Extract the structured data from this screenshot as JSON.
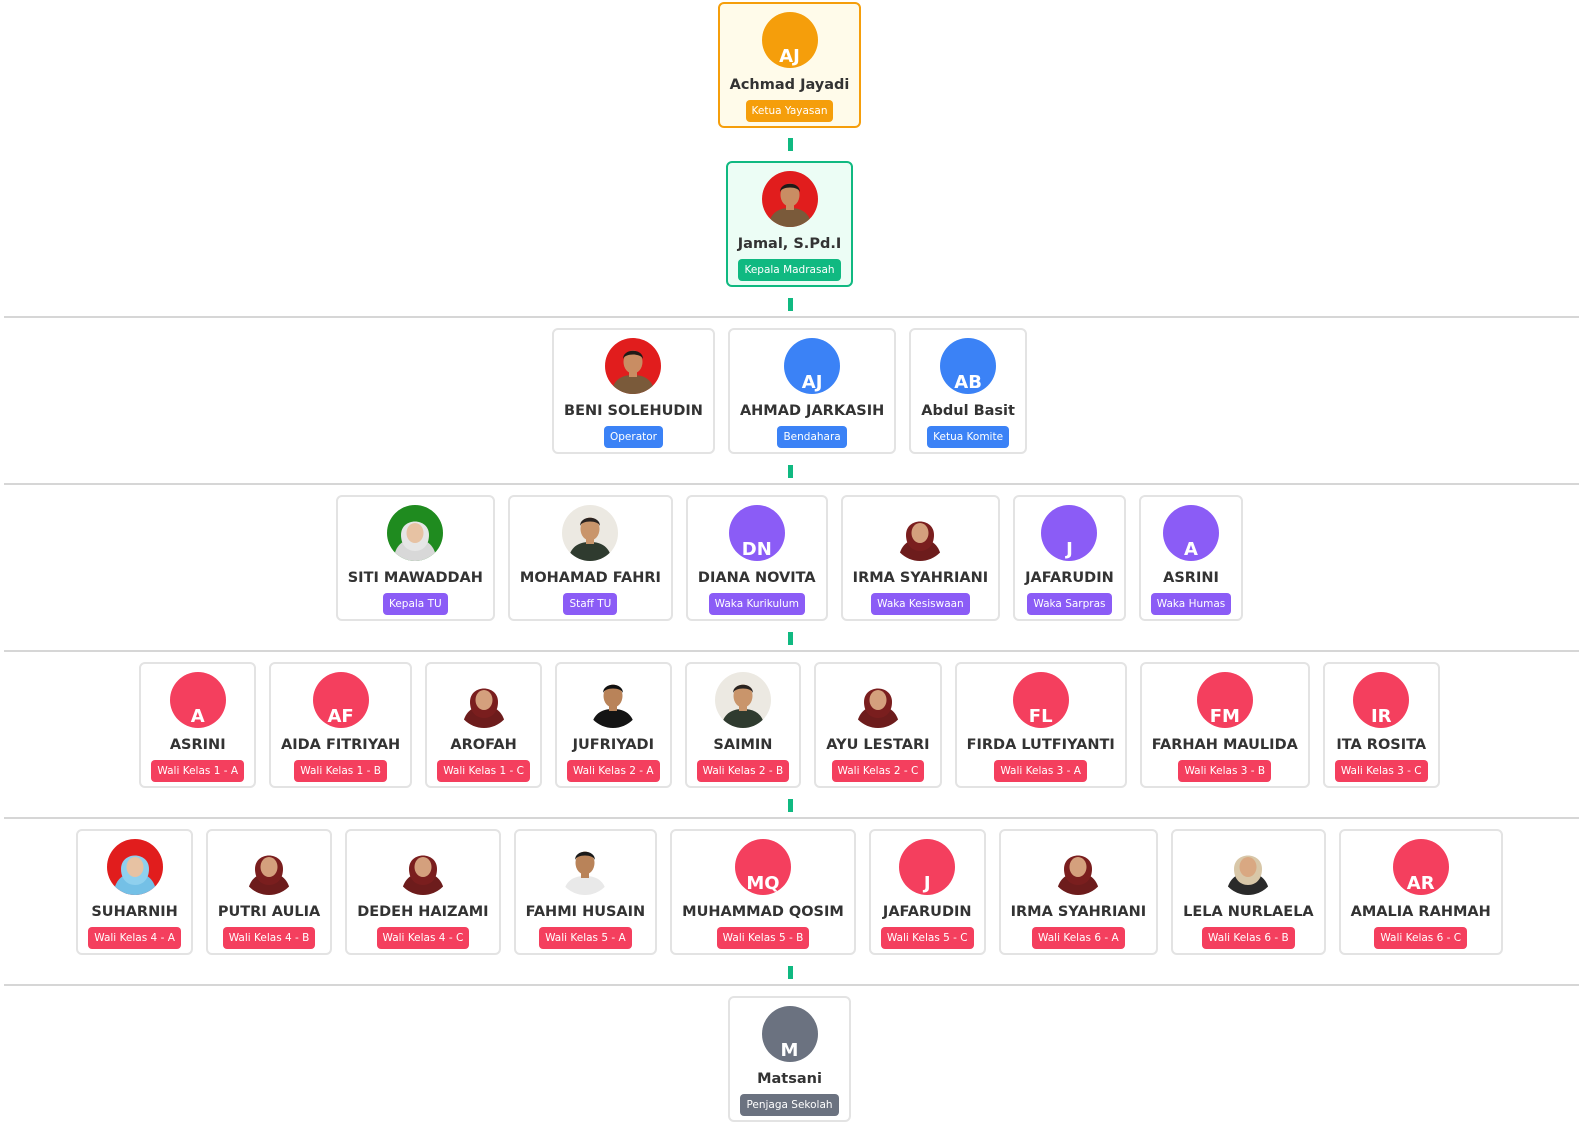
{
  "colors": {
    "orange": "#f59e0b",
    "green": "#10b981",
    "blue": "#3b82f6",
    "purple": "#8b5cf6",
    "red": "#f43f5e",
    "gray": "#6b7280"
  },
  "levels": [
    {
      "members": [
        {
          "name": "Achmad Jayadi",
          "role": "Ketua Yayasan",
          "initials": "AJ",
          "avatar": "initials",
          "color": "#f59e0b"
        }
      ]
    },
    {
      "members": [
        {
          "name": "Jamal, S.Pd.I",
          "role": "Kepala Madrasah",
          "avatar": "photo-man-red"
        }
      ]
    },
    {
      "members": [
        {
          "name": "BENI SOLEHUDIN",
          "role": "Operator",
          "avatar": "photo-man-red"
        },
        {
          "name": "AHMAD JARKASIH",
          "role": "Bendahara",
          "initials": "AJ",
          "avatar": "initials",
          "color": "#3b82f6"
        },
        {
          "name": "Abdul Basit",
          "role": "Ketua Komite",
          "initials": "AB",
          "avatar": "initials",
          "color": "#3b82f6"
        }
      ]
    },
    {
      "members": [
        {
          "name": "SITI MAWADDAH",
          "role": "Kepala TU",
          "avatar": "photo-woman-green"
        },
        {
          "name": "MOHAMAD FAHRI",
          "role": "Staff TU",
          "avatar": "photo-man-light"
        },
        {
          "name": "DIANA NOVITA",
          "role": "Waka Kurikulum",
          "initials": "DN",
          "avatar": "initials",
          "color": "#8b5cf6"
        },
        {
          "name": "IRMA SYAHRIANI",
          "role": "Waka Kesiswaan",
          "avatar": "photo-hijab-maroon"
        },
        {
          "name": "JAFARUDIN",
          "role": "Waka Sarpras",
          "initials": "J",
          "avatar": "initials",
          "color": "#8b5cf6"
        },
        {
          "name": "ASRINI",
          "role": "Waka Humas",
          "initials": "A",
          "avatar": "initials",
          "color": "#8b5cf6"
        }
      ]
    },
    {
      "members": [
        {
          "name": "ASRINI",
          "role": "Wali Kelas 1 - A",
          "initials": "A",
          "avatar": "initials",
          "color": "#f43f5e"
        },
        {
          "name": "AIDA FITRIYAH",
          "role": "Wali Kelas 1 - B",
          "initials": "AF",
          "avatar": "initials",
          "color": "#f43f5e"
        },
        {
          "name": "AROFAH",
          "role": "Wali Kelas 1 - C",
          "avatar": "photo-hijab-maroon"
        },
        {
          "name": "JUFRIYADI",
          "role": "Wali Kelas 2 - A",
          "avatar": "photo-man-black"
        },
        {
          "name": "SAIMIN",
          "role": "Wali Kelas 2 - B",
          "avatar": "photo-man-light"
        },
        {
          "name": "AYU LESTARI",
          "role": "Wali Kelas 2 - C",
          "avatar": "photo-hijab-maroon"
        },
        {
          "name": "FIRDA LUTFIYANTI",
          "role": "Wali Kelas 3 - A",
          "initials": "FL",
          "avatar": "initials",
          "color": "#f43f5e"
        },
        {
          "name": "FARHAH MAULIDA",
          "role": "Wali Kelas 3 - B",
          "initials": "FM",
          "avatar": "initials",
          "color": "#f43f5e"
        },
        {
          "name": "ITA ROSITA",
          "role": "Wali Kelas 3 - C",
          "initials": "IR",
          "avatar": "initials",
          "color": "#f43f5e"
        }
      ]
    },
    {
      "members": [
        {
          "name": "SUHARNIH",
          "role": "Wali Kelas 4 - A",
          "avatar": "photo-hijab-blue"
        },
        {
          "name": "PUTRI AULIA",
          "role": "Wali Kelas 4 - B",
          "avatar": "photo-hijab-maroon"
        },
        {
          "name": "DEDEH HAIZAMI",
          "role": "Wali Kelas 4 - C",
          "avatar": "photo-hijab-maroon"
        },
        {
          "name": "FAHMI HUSAIN",
          "role": "Wali Kelas 5 - A",
          "avatar": "photo-man-white"
        },
        {
          "name": "MUHAMMAD QOSIM",
          "role": "Wali Kelas 5 - B",
          "initials": "MQ",
          "avatar": "initials",
          "color": "#f43f5e"
        },
        {
          "name": "JAFARUDIN",
          "role": "Wali Kelas 5 - C",
          "initials": "J",
          "avatar": "initials",
          "color": "#f43f5e"
        },
        {
          "name": "IRMA SYAHRIANI",
          "role": "Wali Kelas 6 - A",
          "avatar": "photo-hijab-maroon"
        },
        {
          "name": "LELA NURLAELA",
          "role": "Wali Kelas 6 - B",
          "avatar": "photo-hijab-beige"
        },
        {
          "name": "AMALIA RAHMAH",
          "role": "Wali Kelas 6 - C",
          "initials": "AR",
          "avatar": "initials",
          "color": "#f43f5e"
        }
      ]
    },
    {
      "members": [
        {
          "name": "Matsani",
          "role": "Penjaga Sekolah",
          "initials": "M",
          "avatar": "initials",
          "color": "#6b7280"
        }
      ]
    }
  ]
}
